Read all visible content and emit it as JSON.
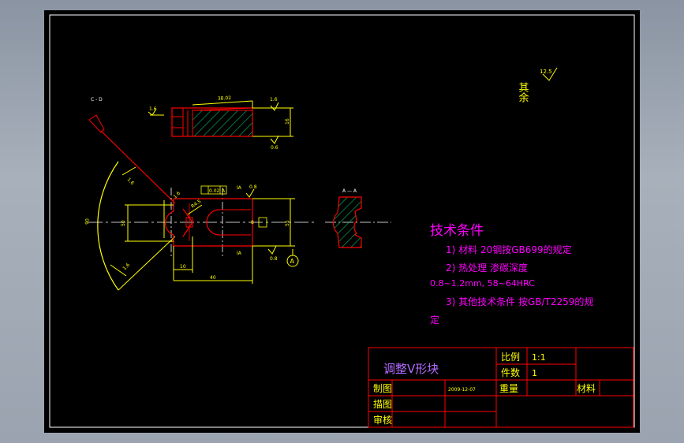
{
  "drawing": {
    "section_mark": "C - D",
    "roughness_note": {
      "label": "其余",
      "value": "12.5"
    },
    "dimensions": {
      "top_ra_left": "1.6",
      "top_ra_right": "1.6",
      "top_width": "38.02",
      "top_small": "0.6",
      "top_height": "16",
      "mid_tol_box": "0.02",
      "mid_datum_box": "A",
      "mid_label": "IA",
      "mid_ra": "0.8",
      "mid_ra_left": "1.6",
      "mid_angle": "R4.5",
      "mid_height": "8",
      "mid_right": "55",
      "mid_left_height": "50",
      "mid_bottom": "IA",
      "mid_bottom_ra": "0.8",
      "dim_10": "10",
      "dim_40": "40",
      "arc_dim": "90",
      "angle_upper": "1.6",
      "angle_lower": "1.6",
      "datum": "A",
      "section_label": "A — A"
    },
    "tech_requirements": {
      "title": "技术条件",
      "lines": [
        "1) 材料    20钢按GB699的规定",
        "2) 热处理  渗碳深度",
        "0.8~1.2mm, 58~64HRC",
        "3) 其他技术条件  按GB/T2259的规",
        "定"
      ]
    },
    "title_block": {
      "part_name": "调整V形块",
      "scale_label": "比例",
      "scale_value": "1:1",
      "count_label": "件数",
      "count_value": "1",
      "drawn_label": "制图",
      "date": "2009-12-07",
      "weight_label": "重量",
      "material_label": "材料",
      "design_label": "描图",
      "review_label": "审核"
    }
  },
  "colors": {
    "sheet": "#000000",
    "frame": "#ffffff",
    "outline": "#ff0000",
    "dimension": "#ffff00",
    "hatch": "#00c060",
    "center": "#ffffff",
    "magenta": "#ff00ff",
    "title": "#b36cff"
  }
}
